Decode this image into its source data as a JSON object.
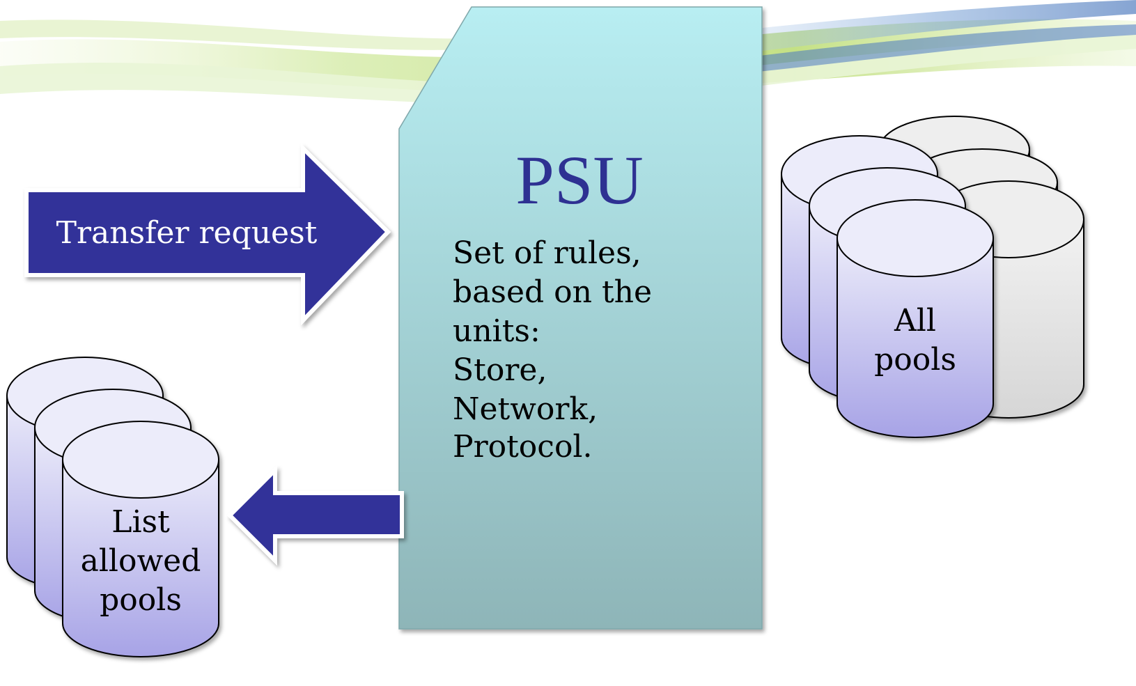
{
  "colors": {
    "arrow_fill": "#333399",
    "arrow_text": "#ffffff",
    "psu_fill_top": "#b8eef2",
    "psu_fill_bottom": "#8eb5b8",
    "psu_title": "#2e3192",
    "body_text": "#000000",
    "cylinder_blue_top": "#ececfa",
    "cylinder_blue_bottom": "#a7a3e6",
    "cylinder_grey": "#e4e4e4",
    "swoosh_green": "#b5dc5a",
    "swoosh_blue": "#5b8fd0"
  },
  "arrows": {
    "transfer_request_label": "Transfer request"
  },
  "psu": {
    "title": "PSU",
    "rules_lines": [
      "Set of rules,",
      "based on the",
      "units:",
      "Store,",
      "Network,",
      "Protocol."
    ]
  },
  "all_pools": {
    "label_lines": [
      "All",
      "pools"
    ]
  },
  "allowed_pools": {
    "label_lines": [
      "List",
      "allowed",
      "pools"
    ]
  }
}
